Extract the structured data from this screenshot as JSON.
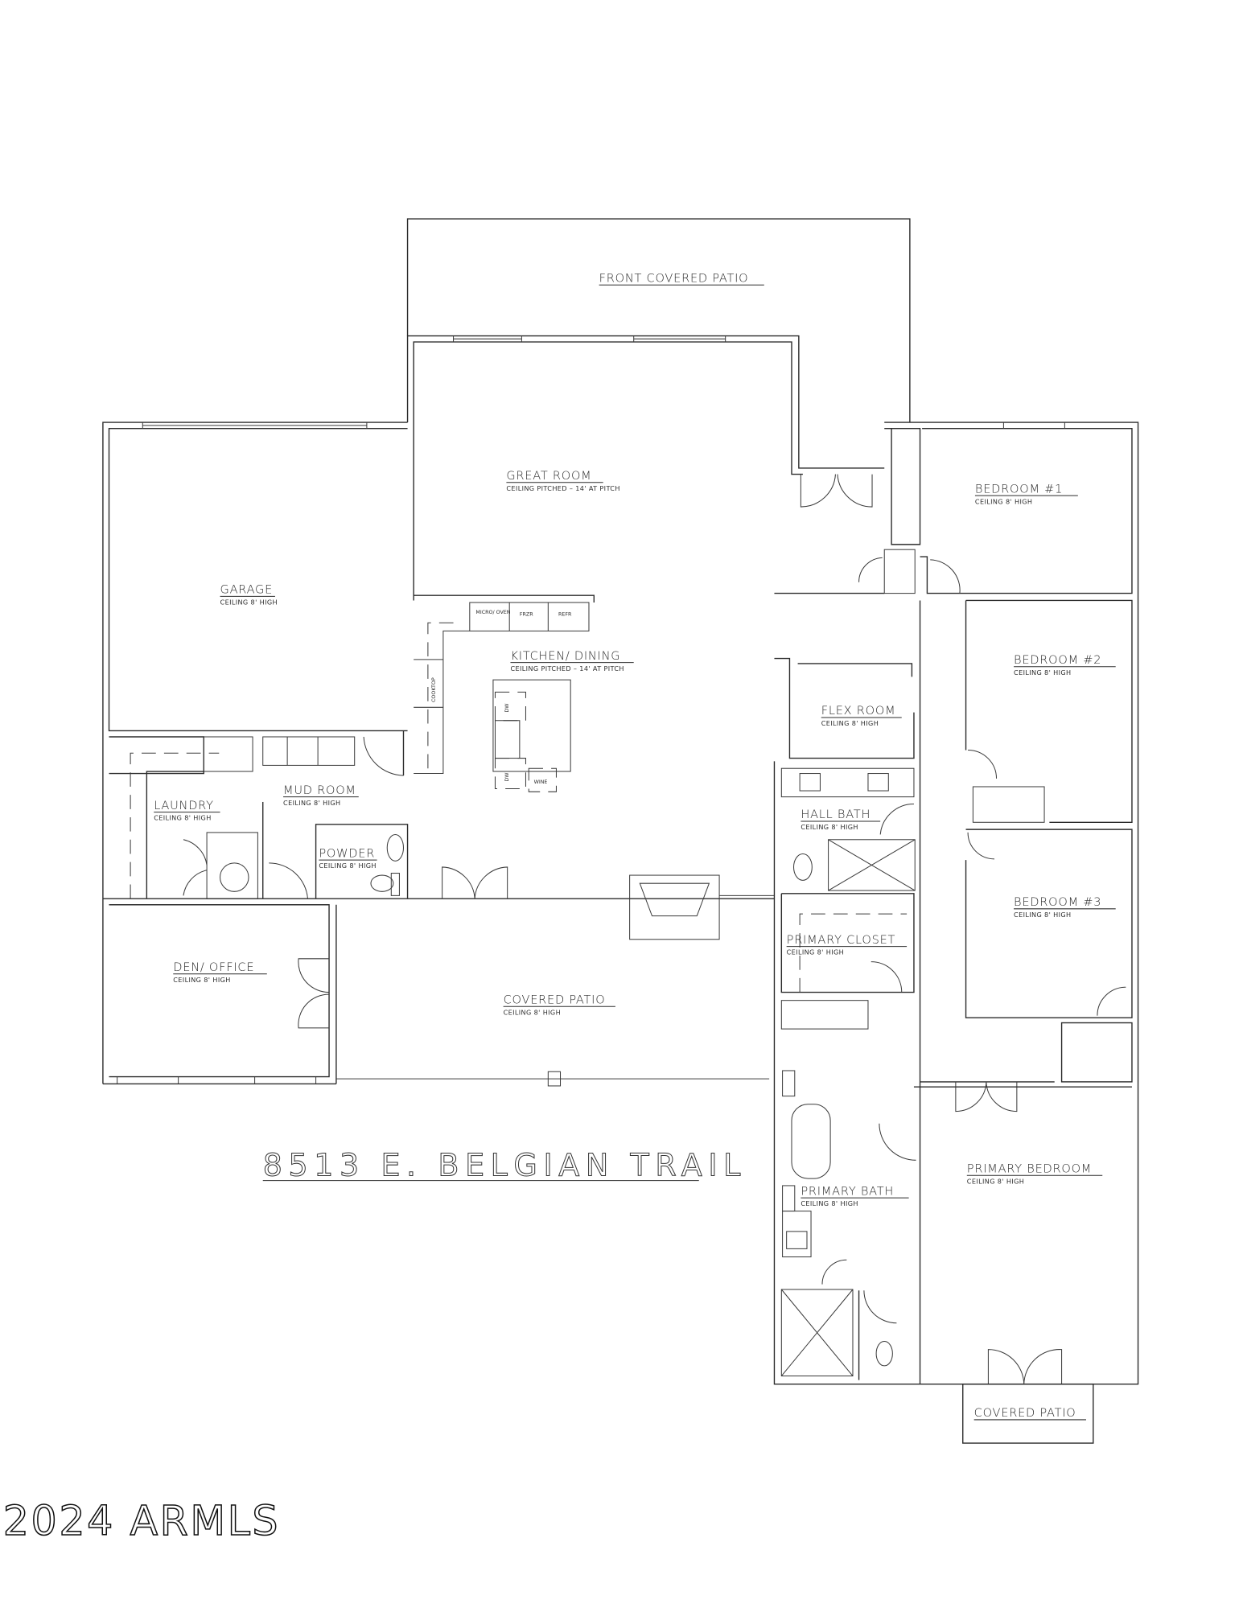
{
  "plan": {
    "address": "8513 E. BELGIAN TRAIL",
    "watermark": "2024 ARMLS",
    "rooms": {
      "front_patio": {
        "name": "FRONT COVERED PATIO",
        "ceiling": ""
      },
      "great_room": {
        "name": "GREAT ROOM",
        "ceiling": "CEILING PITCHED – 14' AT PITCH"
      },
      "garage": {
        "name": "GARAGE",
        "ceiling": "CEILING 8' HIGH"
      },
      "kitchen": {
        "name": "KITCHEN/ DINING",
        "ceiling": "CEILING PITCHED – 14' AT PITCH"
      },
      "bedroom1": {
        "name": "BEDROOM #1",
        "ceiling": "CEILING 8' HIGH"
      },
      "bedroom2": {
        "name": "BEDROOM #2",
        "ceiling": "CEILING 8' HIGH"
      },
      "bedroom3": {
        "name": "BEDROOM #3",
        "ceiling": "CEILING 8' HIGH"
      },
      "flex": {
        "name": "FLEX ROOM",
        "ceiling": "CEILING 8' HIGH"
      },
      "hall_bath": {
        "name": "HALL BATH",
        "ceiling": "CEILING 8' HIGH"
      },
      "laundry": {
        "name": "LAUNDRY",
        "ceiling": "CEILING 8' HIGH"
      },
      "mud_room": {
        "name": "MUD ROOM",
        "ceiling": "CEILING 8' HIGH"
      },
      "powder": {
        "name": "POWDER",
        "ceiling": "CEILING 8' HIGH"
      },
      "primary_closet": {
        "name": "PRIMARY CLOSET",
        "ceiling": "CEILING 8' HIGH"
      },
      "den": {
        "name": "DEN/ OFFICE",
        "ceiling": "CEILING 8' HIGH"
      },
      "covered_patio": {
        "name": "COVERED PATIO",
        "ceiling": "CEILING 8' HIGH"
      },
      "primary_bath": {
        "name": "PRIMARY BATH",
        "ceiling": "CEILING 8' HIGH"
      },
      "primary_bedroom": {
        "name": "PRIMARY BEDROOM",
        "ceiling": "CEILING 8' HIGH"
      },
      "rear_patio": {
        "name": "COVERED PATIO",
        "ceiling": ""
      }
    },
    "appliances": {
      "micro_oven": "MICRO/ OVEN",
      "freezer": "FRZR",
      "refrigerator": "REFR",
      "cooktop": "COOKTOP",
      "dishwasher1": "DW",
      "dishwasher2": "DW",
      "wine": "WINE"
    }
  }
}
